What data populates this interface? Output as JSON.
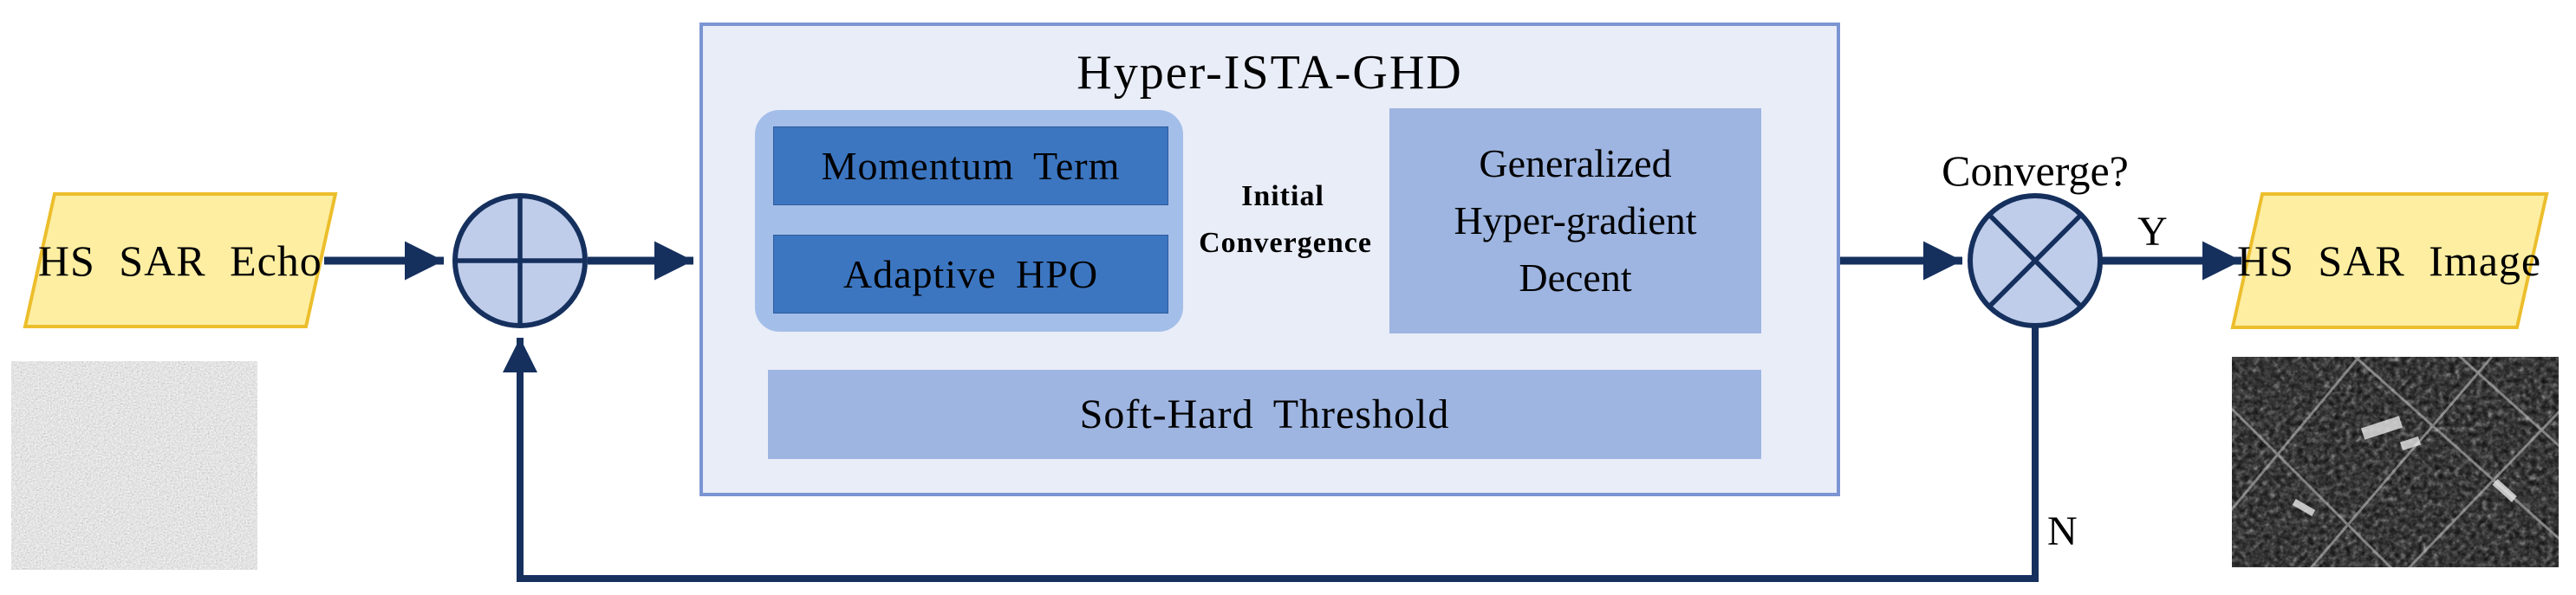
{
  "diagram": {
    "colors": {
      "line_navy": "#16305e",
      "teal_arrow": "#3d8e96",
      "io_fill": "#fdeea2",
      "io_border": "#ecbe2c",
      "module_fill": "#e9edf8",
      "module_border": "#7b95d3",
      "group_fill": "#a3bee8",
      "inner_block_fill": "#3c76c1",
      "sub_block_fill": "#9eb5e1",
      "junction_fill": "#bfcdea"
    },
    "input_node": {
      "label": "HS SAR Echo"
    },
    "output_node": {
      "label": "HS SAR Image"
    },
    "module": {
      "title": "Hyper-ISTA-GHD",
      "momentum_block": "Momentum Term",
      "adaptive_block": "Adaptive HPO",
      "inner_arrow_label_top": "Initial",
      "inner_arrow_label_bottom": "Convergence",
      "ghd_block_lines": [
        "Generalized",
        "Hyper-gradient",
        "Decent"
      ],
      "threshold_block": "Soft-Hard Threshold"
    },
    "decision": {
      "question": "Converge?",
      "yes_label": "Y",
      "no_label": "N"
    }
  }
}
